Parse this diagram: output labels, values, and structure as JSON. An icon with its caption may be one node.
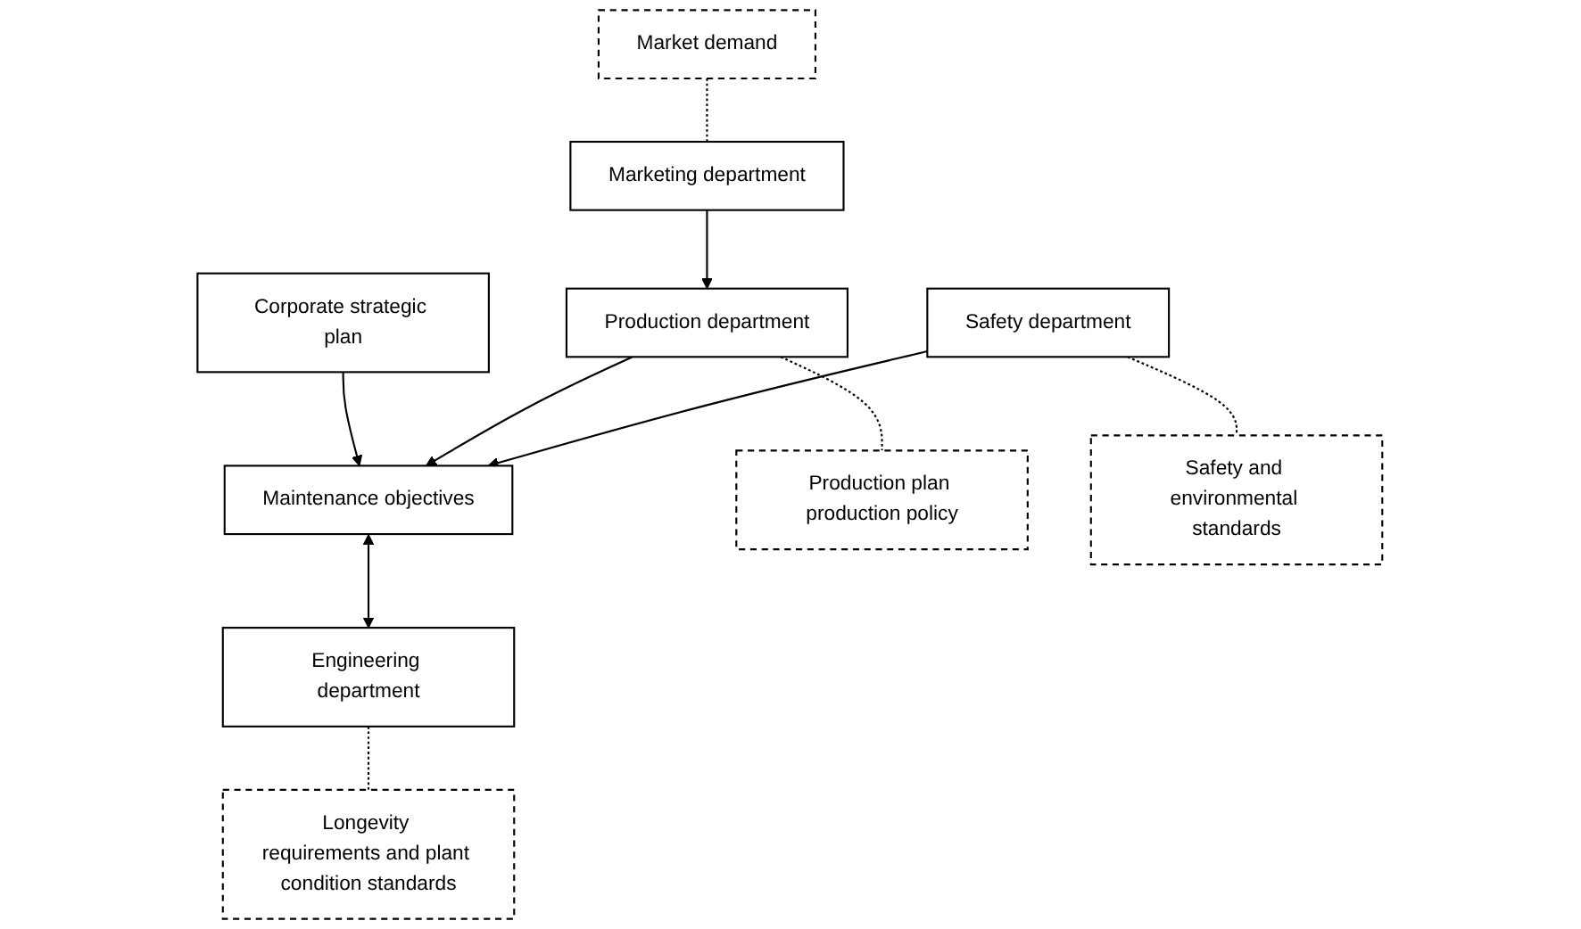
{
  "diagram": {
    "nodes": [
      {
        "text": [
          "Corporate strategic plan"
        ]
      },
      {
        "text": [
          "Market demand"
        ]
      },
      {
        "text": [
          "Marketing department"
        ]
      },
      {
        "text": [
          "Engineering department"
        ]
      },
      {
        "text": [
          "Maintenance objectives"
        ]
      },
      {
        "text": [
          "Production department"
        ]
      },
      {
        "text": [
          "Longevity requirements and plant condition standards"
        ]
      },
      {
        "text": [
          "Production plan production policy"
        ]
      },
      {
        "text": [
          "Safety department"
        ]
      },
      {
        "text": [
          "Safety and environmental standards"
        ]
      }
    ],
    "edges": [
      {
        "from": 0,
        "to": 4,
        "arrow": "to"
      },
      {
        "from": 1,
        "to": 2,
        "arrow": "none",
        "style": "dashed"
      },
      {
        "from": 2,
        "to": 5,
        "arrow": "to"
      },
      {
        "from": 5,
        "to": 4,
        "arrow": "to"
      },
      {
        "from": 3,
        "to": 4,
        "arrow": "both"
      },
      {
        "from": 3,
        "to": 6,
        "arrow": "none",
        "style": "dashed"
      },
      {
        "from": 5,
        "to": 7,
        "arrow": "none",
        "style": "dashed"
      },
      {
        "from": 8,
        "to": 4,
        "arrow": "to"
      },
      {
        "from": 8,
        "to": 9,
        "arrow": "none",
        "style": "dashed"
      }
    ]
  }
}
